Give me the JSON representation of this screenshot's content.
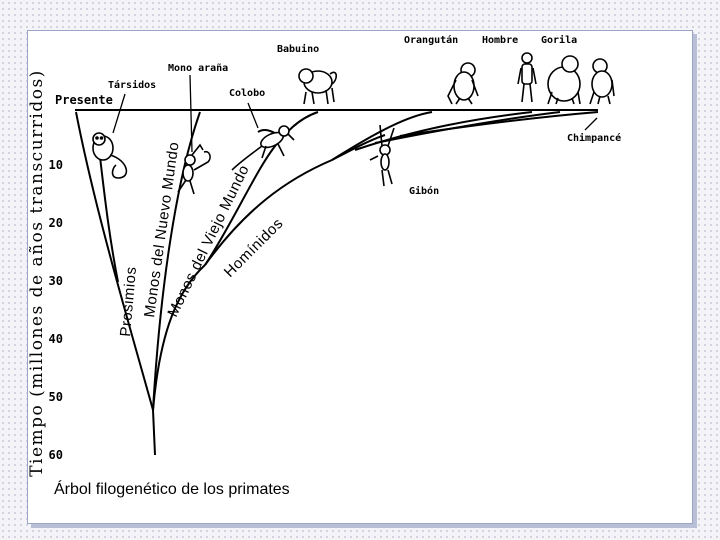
{
  "slide": {
    "caption": "Árbol filogenético de los primates",
    "y_axis_label": "Tiempo (millones de años transcurridos)"
  },
  "axis": {
    "present_label": "Presente",
    "ticks": [
      "10",
      "20",
      "30",
      "40",
      "50",
      "60"
    ]
  },
  "groups": {
    "prosimians": "Prosimios",
    "new_world": "Monos del Nuevo Mundo",
    "old_world": "Monos del Viejo Mundo",
    "hominids": "Homínidos"
  },
  "species": {
    "tarsiers": "Társidos",
    "spider_monkey": "Mono araña",
    "colobus": "Colobo",
    "baboon": "Babuino",
    "orangutan": "Orangután",
    "man": "Hombre",
    "gorilla": "Gorila",
    "chimpanzee": "Chimpancé",
    "gibbon": "Gibón"
  }
}
